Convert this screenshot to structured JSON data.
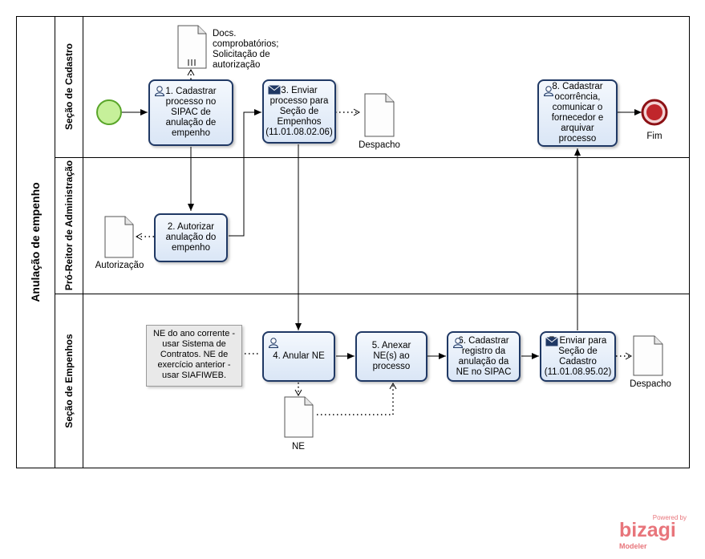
{
  "pool": {
    "title": "Anulação de empenho"
  },
  "lanes": [
    {
      "id": "cadastro",
      "label": "Seção de Cadastro"
    },
    {
      "id": "pro-reitor",
      "label": "Pró-Reitor de Administração"
    },
    {
      "id": "empenhos",
      "label": "Seção de Empenhos"
    }
  ],
  "tasks": [
    {
      "id": "t1",
      "label": "1. Cadastrar processo no SIPAC de anulação de empenho",
      "icon": "user-task-icon"
    },
    {
      "id": "t2",
      "label": "2. Autorizar anulação do empenho",
      "icon": "none"
    },
    {
      "id": "t3",
      "label": "3. Enviar processo para Seção de Empenhos (11.01.08.02.06)",
      "icon": "send-message-icon"
    },
    {
      "id": "t4",
      "label": "4. Anular NE",
      "icon": "user-task-icon"
    },
    {
      "id": "t5",
      "label": "5. Anexar NE(s) ao processo",
      "icon": "none"
    },
    {
      "id": "t6",
      "label": "6. Cadastrar registro da anulação da NE no SIPAC",
      "icon": "user-task-icon"
    },
    {
      "id": "t7",
      "label": "7. Enviar para Seção de Cadastro (11.01.08.95.02)",
      "icon": "send-message-icon"
    },
    {
      "id": "t8",
      "label": "8. Cadastrar ocorrência, comunicar o fornecedor e arquivar processo",
      "icon": "user-task-icon"
    }
  ],
  "artifacts": {
    "docs_comprobatorios": "Docs. comprobatórios; Solicitação de autorização",
    "despacho_1": "Despacho",
    "autorizacao": "Autorização",
    "ne": "NE",
    "despacho_2": "Despacho"
  },
  "annotation": "NE do ano corrente - usar Sistema de Contratos. NE de exercício anterior - usar SIAFIWEB.",
  "events": {
    "end_label": "Fim"
  },
  "watermark": {
    "powered": "Powered by",
    "brand": "bizagi",
    "product": "Modeler"
  },
  "colors": {
    "task_border": "#1f3864",
    "start_fill": "#c6f09a",
    "start_stroke": "#5aa62a",
    "end_fill": "#c0262b",
    "end_stroke": "#8c1014",
    "brand": "#e8757b"
  }
}
